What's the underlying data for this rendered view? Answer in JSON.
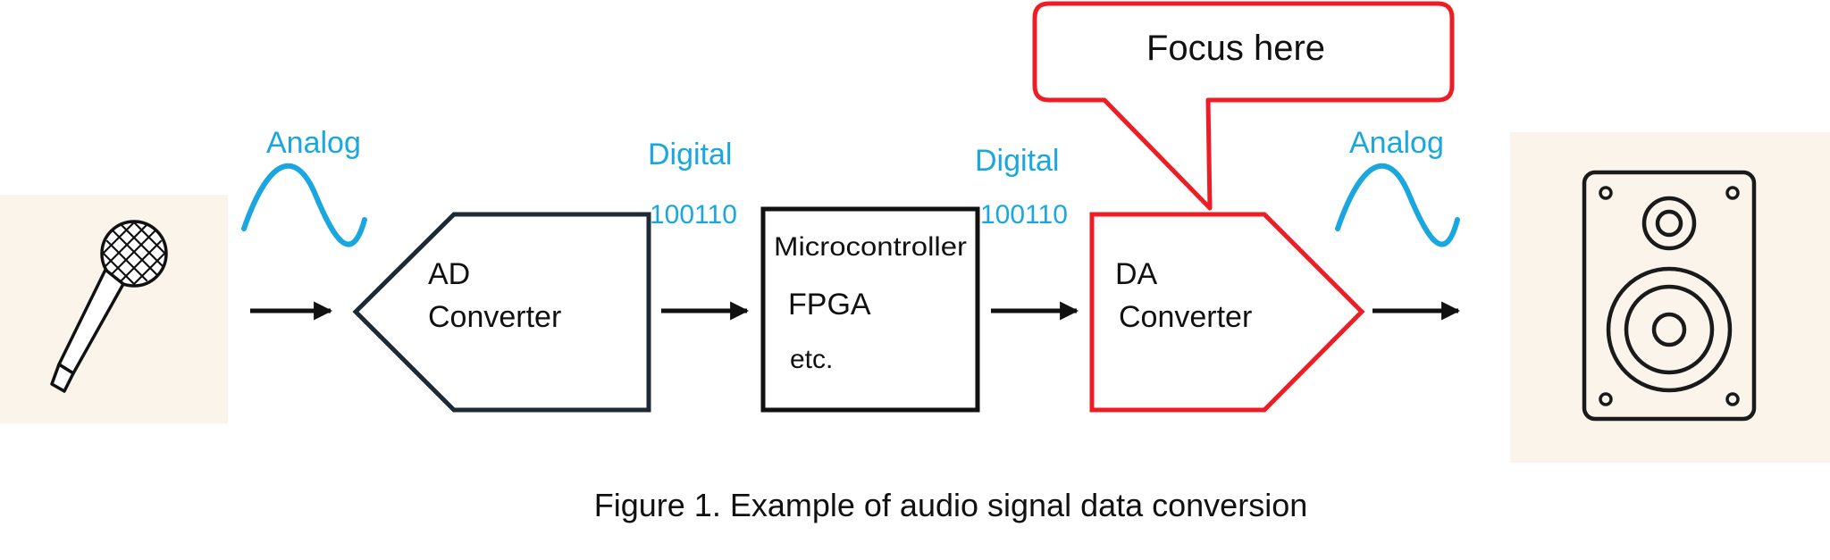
{
  "colors": {
    "signal_blue": "#1aa7e0",
    "focus_red": "#ee1c24",
    "dark_outline": "#1c2a36",
    "black": "#111111",
    "panel_bg": "#fbf4ea"
  },
  "icons": {
    "microphone": "microphone-icon",
    "speaker": "speaker-icon"
  },
  "labels": {
    "analog_in": "Analog",
    "digital_1": "Digital",
    "digital_1_bits": "100110",
    "digital_2": "Digital",
    "digital_2_bits": "100110",
    "analog_out": "Analog"
  },
  "ad_converter": {
    "line1": "AD",
    "line2": "Converter"
  },
  "processor": {
    "line1": "Microcontroller",
    "line2": "FPGA",
    "line3": "etc."
  },
  "da_converter": {
    "line1": "DA",
    "line2": "Converter"
  },
  "callout": {
    "text": "Focus here"
  },
  "caption": "Figure 1. Example of audio signal data conversion"
}
